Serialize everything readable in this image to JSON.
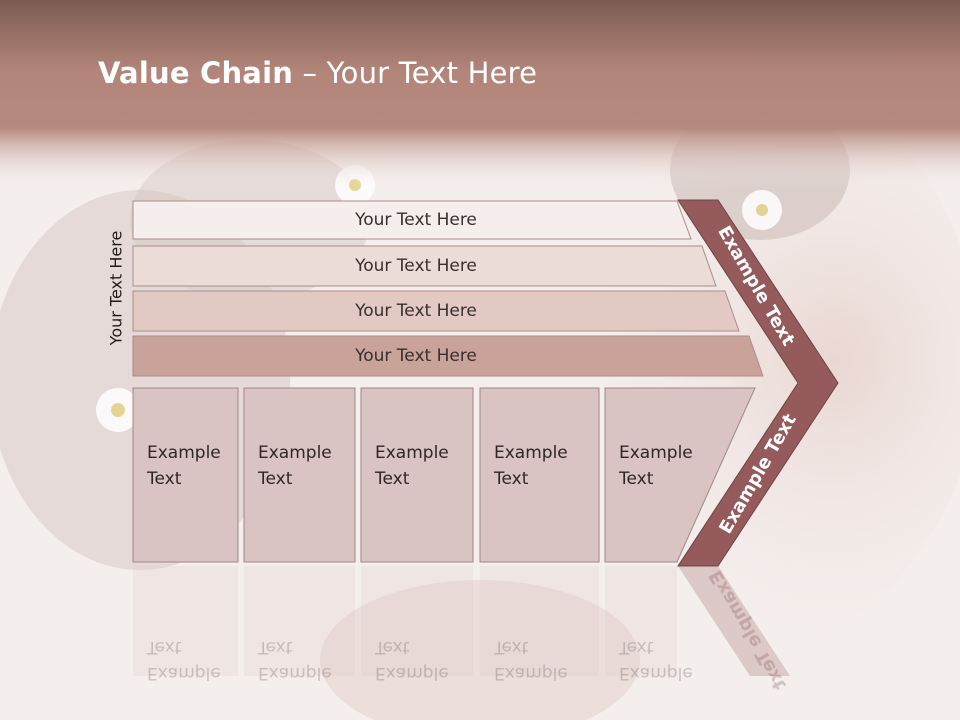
{
  "slide": {
    "title_bold": "Value Chain",
    "title_rest": " – Your Text Here",
    "side_label": "Your Text Here",
    "bands": [
      {
        "label": "Your Text Here",
        "color": "#f5eeed"
      },
      {
        "label": "Your Text Here",
        "color": "#ecdcd8"
      },
      {
        "label": "Your Text Here",
        "color": "#e2c9c3"
      },
      {
        "label": "Your Text Here",
        "color": "#c9a29a"
      }
    ],
    "cells": [
      {
        "line1": "Example",
        "line2": "Text"
      },
      {
        "line1": "Example",
        "line2": "Text"
      },
      {
        "line1": "Example",
        "line2": "Text"
      },
      {
        "line1": "Example",
        "line2": "Text"
      },
      {
        "line1": "Example",
        "line2": "Text"
      }
    ],
    "arrow_top": "Example Text",
    "arrow_bottom": "Example Text",
    "colors": {
      "header": "#a87a6c",
      "arrow": "#955a5c",
      "cell": "#d9c3c3"
    }
  }
}
